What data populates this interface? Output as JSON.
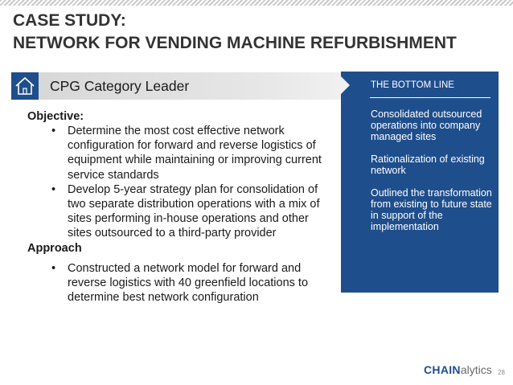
{
  "title": {
    "line1": "CASE STUDY:",
    "line2": "NETWORK FOR VENDING MACHINE REFURBISHMENT"
  },
  "header": {
    "icon": "home-icon",
    "label": "CPG Category Leader"
  },
  "objective": {
    "heading": "Objective:",
    "bullets": [
      "Determine the most cost effective network configuration for forward and reverse logistics of equipment while maintaining or improving current service standards",
      "Develop 5-year strategy plan for consolidation of two separate distribution operations with a mix of sites performing in-house operations and other sites outsourced to a third-party provider"
    ]
  },
  "approach": {
    "heading": "Approach",
    "bullets": [
      "Constructed a network model for forward and reverse logistics with 40 greenfield locations to determine best network configuration"
    ]
  },
  "bottom_line": {
    "heading": "THE BOTTOM LINE",
    "items": [
      "Consolidated outsourced operations into company managed sites",
      "Rationalization of existing network",
      "Outlined the transformation  from existing to future state in support of the implementation"
    ]
  },
  "logo": {
    "strong": "CHAIN",
    "light": "alytics"
  },
  "page_number": "28",
  "colors": {
    "brand_blue": "#1f4e8c",
    "title_gray": "#333333",
    "header_bar_gray": "#d9d9d9"
  }
}
